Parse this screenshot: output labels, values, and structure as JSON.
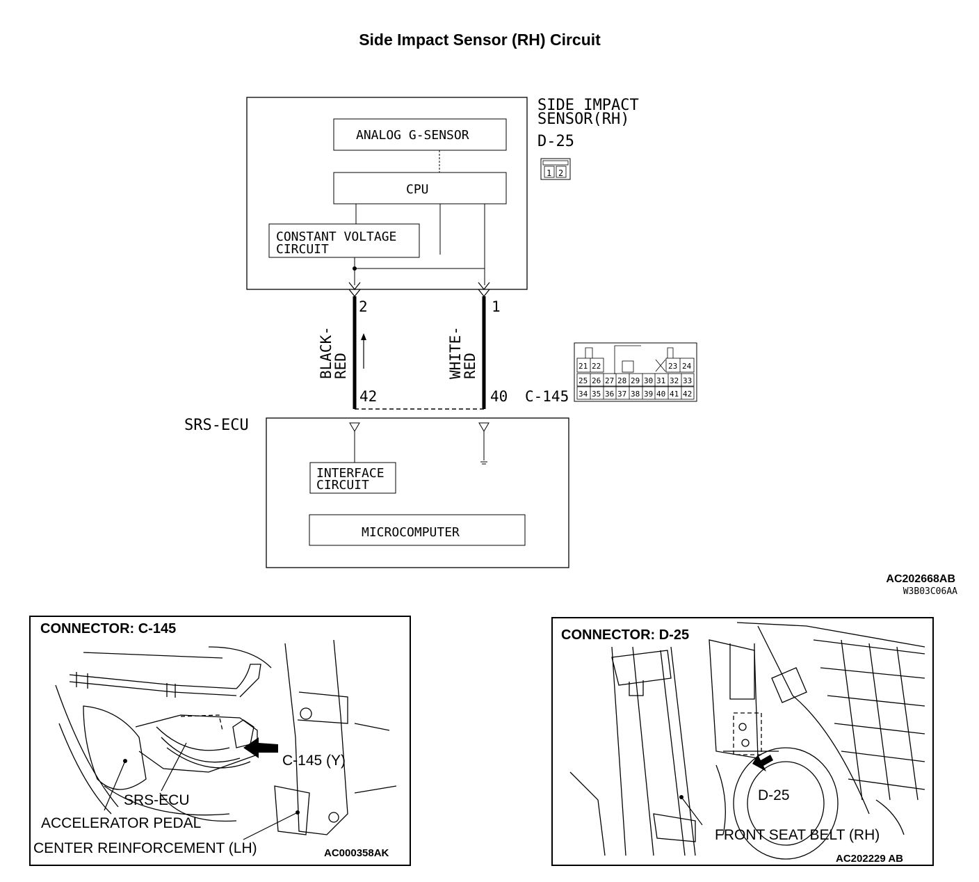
{
  "title": "Side Impact Sensor (RH) Circuit",
  "sensor": {
    "label_line1": "SIDE IMPACT",
    "label_line2": "SENSOR(RH)",
    "connector_id": "D-25",
    "pins_mini": [
      "1",
      "2"
    ],
    "analog_g_sensor": "ANALOG G-SENSOR",
    "cpu": "CPU",
    "constant_voltage_line1": "CONSTANT VOLTAGE",
    "constant_voltage_line2": "CIRCUIT"
  },
  "wires": {
    "left_pin_top": "2",
    "right_pin_top": "1",
    "left_color_line1": "BLACK-",
    "left_color_line2": "RED",
    "right_color_line1": "WHITE-",
    "right_color_line2": "RED",
    "left_pin_bottom": "42",
    "right_pin_bottom": "40",
    "connector_id": "C-145"
  },
  "c145_pins": {
    "row1": [
      "21",
      "22",
      "23",
      "24"
    ],
    "row2": [
      "25",
      "26",
      "27",
      "28",
      "29",
      "30",
      "31",
      "32",
      "33"
    ],
    "row3": [
      "34",
      "35",
      "36",
      "37",
      "38",
      "39",
      "40",
      "41",
      "42"
    ]
  },
  "ecu": {
    "label": "SRS-ECU",
    "interface_line1": "INTERFACE",
    "interface_line2": "CIRCUIT",
    "microcomputer": "MICROCOMPUTER"
  },
  "ref_codes": {
    "main": "AC202668AB",
    "sub": "W3B03C06AA"
  },
  "panel_left": {
    "heading": "CONNECTOR: C-145",
    "callout_connector": "C-145 (Y)",
    "callout_ecu": "SRS-ECU",
    "callout_pedal": "ACCELERATOR PEDAL",
    "callout_reinforcement": "CENTER REINFORCEMENT (LH)",
    "code": "AC000358AK"
  },
  "panel_right": {
    "heading": "CONNECTOR: D-25",
    "callout_connector": "D-25",
    "callout_belt": "FRONT SEAT BELT (RH)",
    "code": "AC202229 AB"
  }
}
